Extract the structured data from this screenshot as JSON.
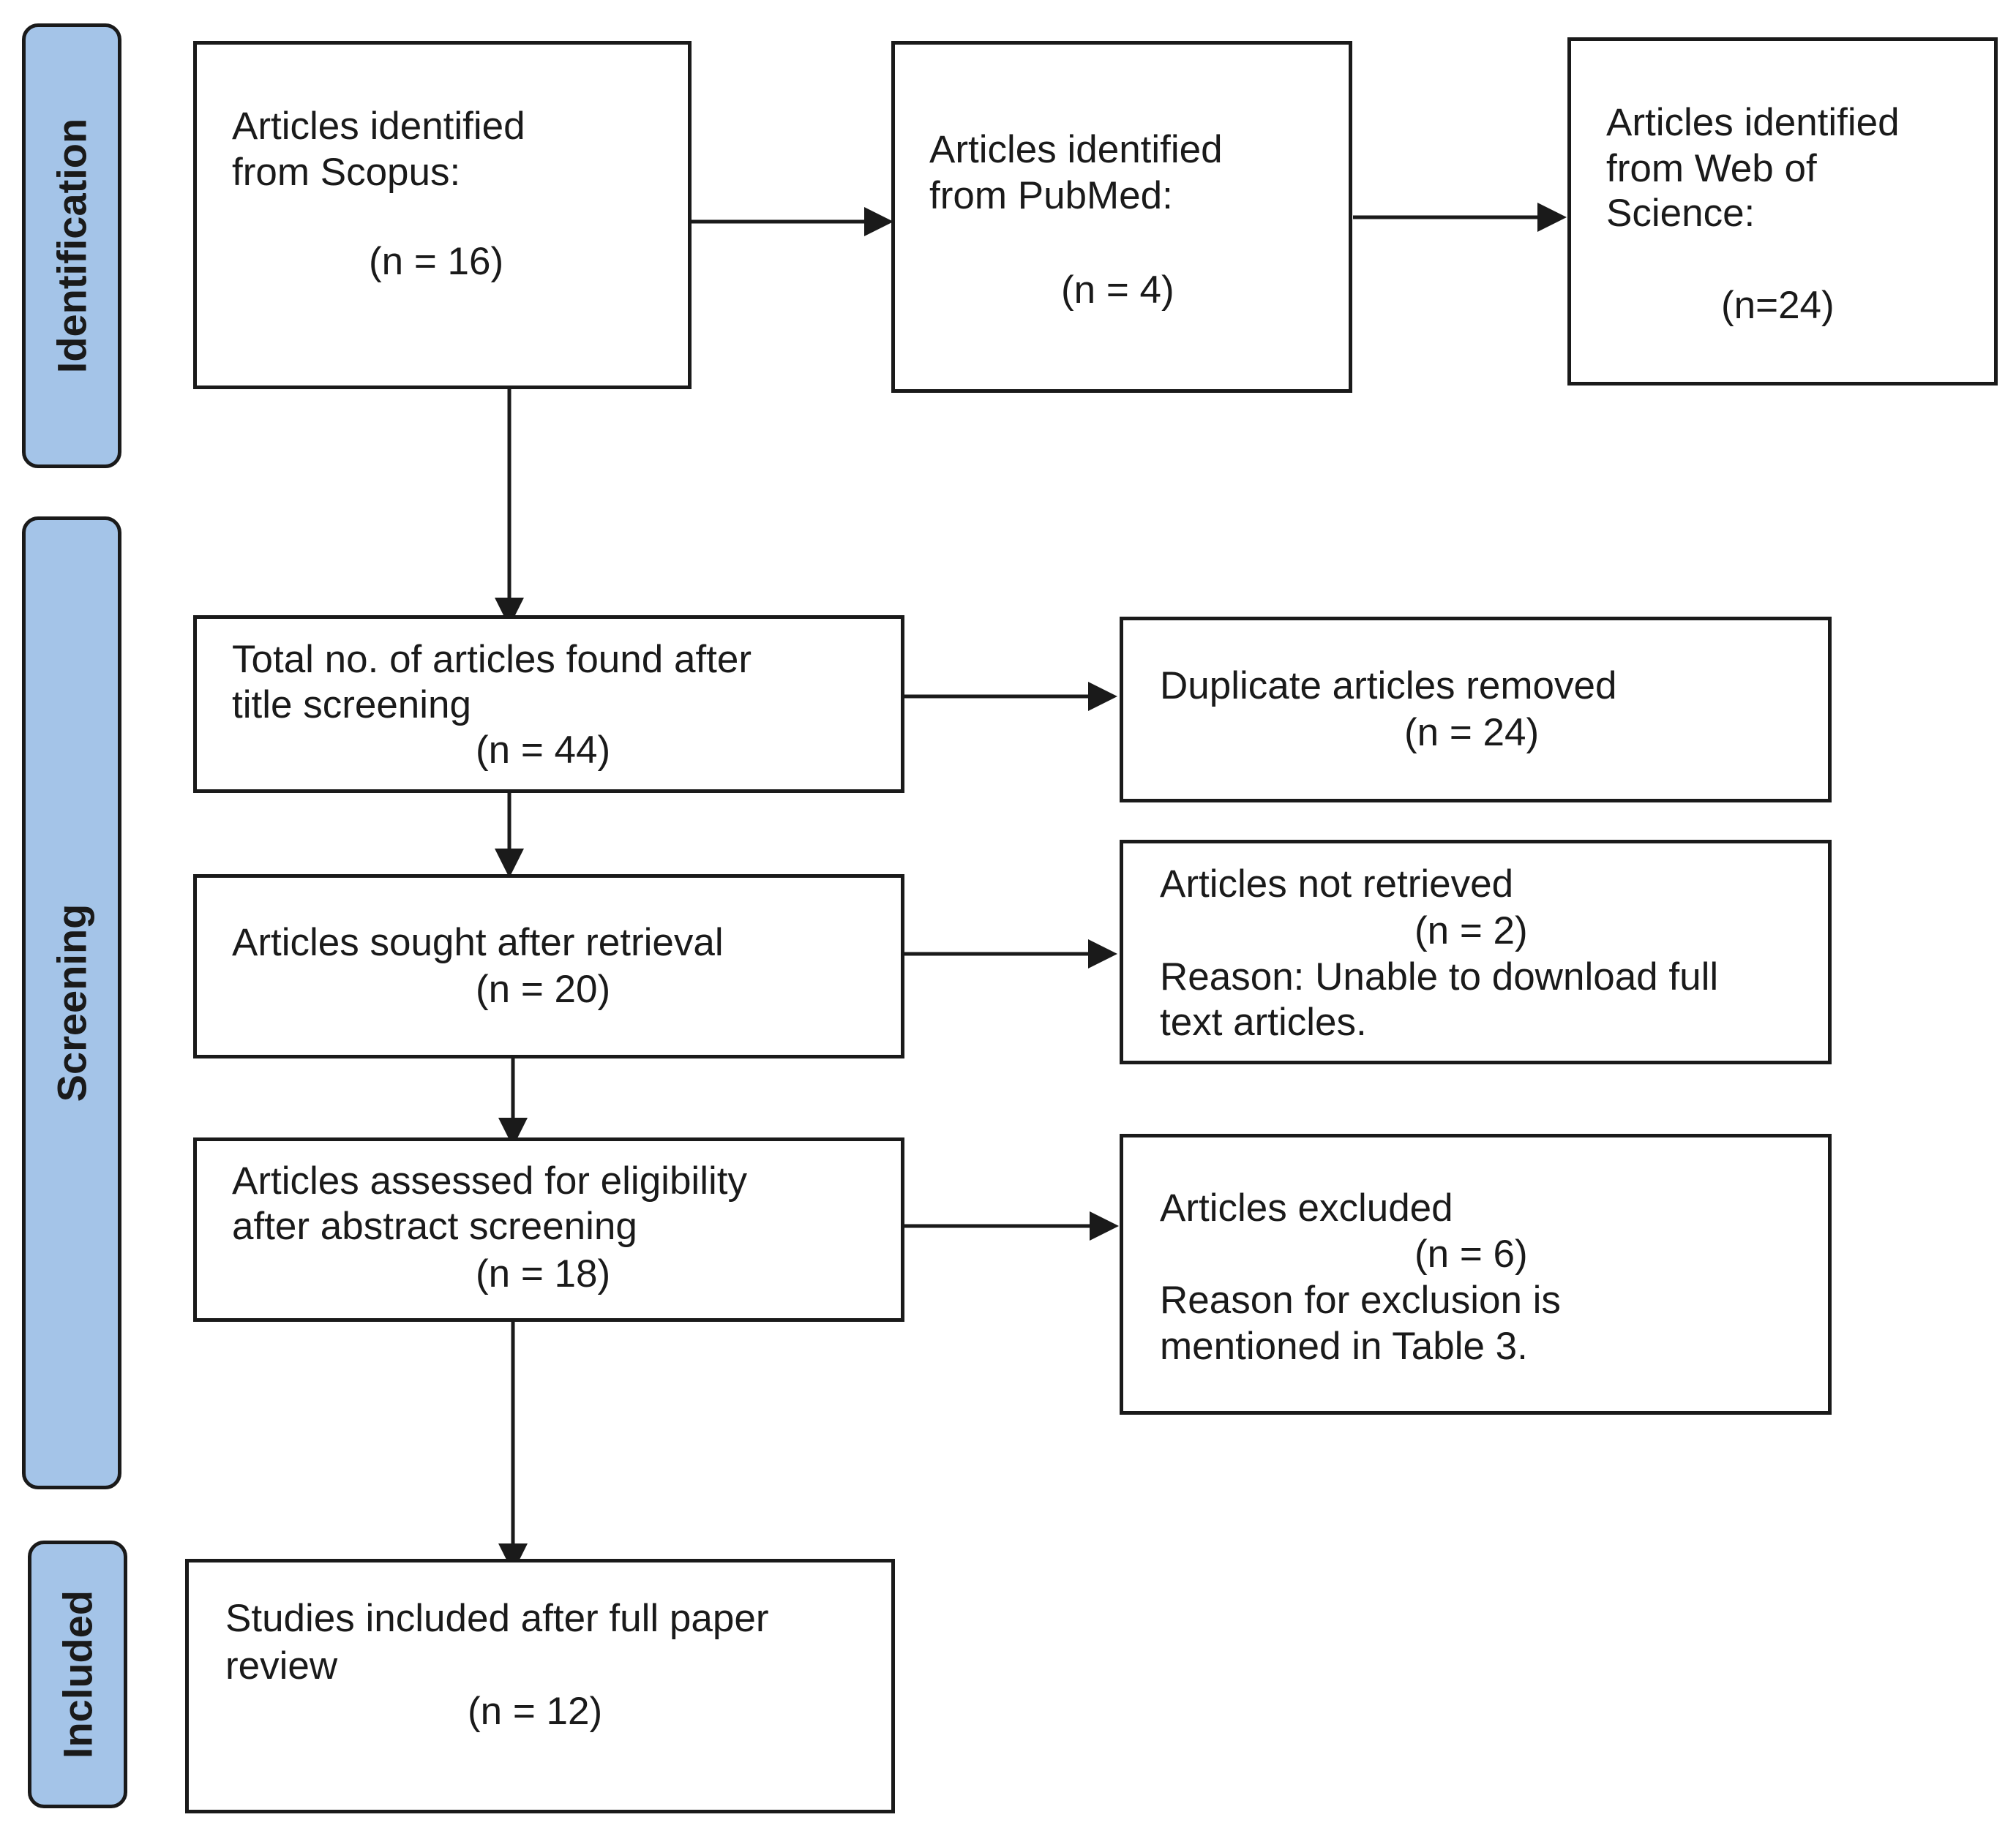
{
  "stages": {
    "identification": "Identification",
    "screening": "Screening",
    "included": "Included"
  },
  "boxes": {
    "scopus": {
      "line1": "Articles identified",
      "line2": "from Scopus:",
      "count": "(n = 16)"
    },
    "pubmed": {
      "line1": "Articles identified",
      "line2": "from PubMed:",
      "count": "(n = 4)"
    },
    "wos": {
      "line1": "Articles identified",
      "line2": "from Web of",
      "line3": "Science:",
      "count": "(n=24)"
    },
    "total": {
      "line1": "Total no. of articles found after",
      "line2": "title screening",
      "count": "(n = 44)"
    },
    "duplicates": {
      "line1": "Duplicate articles removed",
      "count": "(n = 24)"
    },
    "sought": {
      "line1": "Articles sought after retrieval",
      "count": "(n = 20)"
    },
    "not_retrieved": {
      "line1": "Articles not retrieved",
      "count": "(n = 2)",
      "line3": "Reason: Unable to download full",
      "line4": "text articles."
    },
    "assessed": {
      "line1": "Articles assessed for eligibility",
      "line2": "after abstract screening",
      "count": "(n = 18)"
    },
    "excluded": {
      "line1": "Articles excluded",
      "count": "(n = 6)",
      "line3": "Reason for exclusion is",
      "line4": "mentioned in Table 3."
    },
    "included": {
      "line1": "Studies included after full paper",
      "line2": "review",
      "count": "(n = 12)"
    }
  }
}
